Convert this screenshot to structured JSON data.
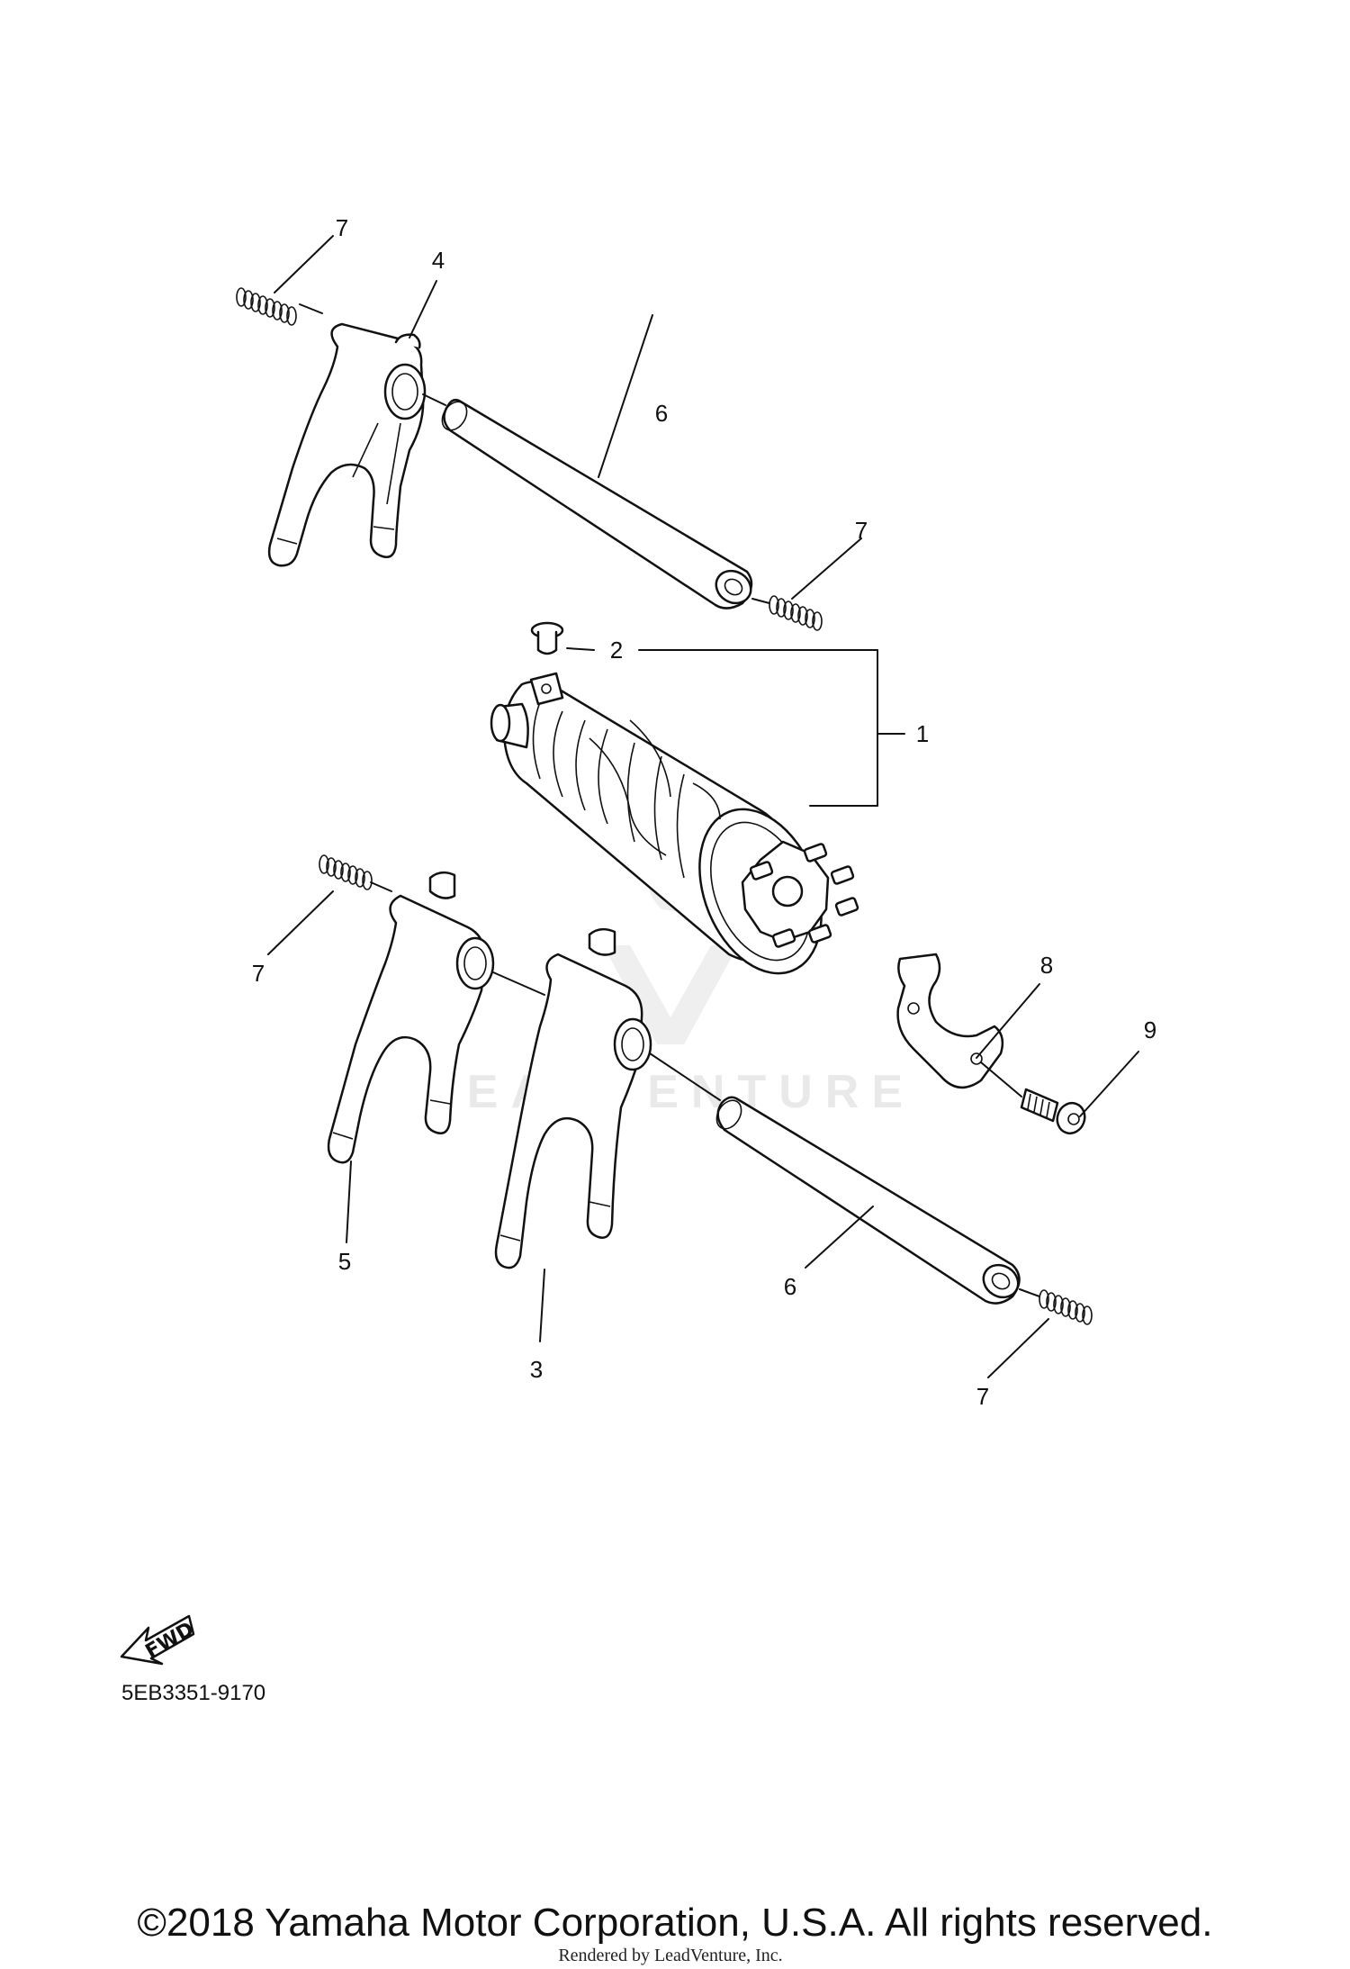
{
  "diagram": {
    "callouts": [
      {
        "id": "c7a",
        "label": "7"
      },
      {
        "id": "c4",
        "label": "4"
      },
      {
        "id": "c6a",
        "label": "6"
      },
      {
        "id": "c7b",
        "label": "7"
      },
      {
        "id": "c2",
        "label": "2"
      },
      {
        "id": "c1",
        "label": "1"
      },
      {
        "id": "c7c",
        "label": "7"
      },
      {
        "id": "c8",
        "label": "8"
      },
      {
        "id": "c9",
        "label": "9"
      },
      {
        "id": "c5",
        "label": "5"
      },
      {
        "id": "c6b",
        "label": "6"
      },
      {
        "id": "c3",
        "label": "3"
      },
      {
        "id": "c7d",
        "label": "7"
      }
    ],
    "fwd_label": "FWD",
    "diagram_code": "5EB3351-9170",
    "watermark_text": "LEADVENTURE"
  },
  "footer": {
    "copyright": "©2018 Yamaha Motor Corporation, U.S.A. All rights reserved.",
    "rendered_by": "Rendered by LeadVenture, Inc."
  },
  "colors": {
    "ink": "#111111",
    "watermark": "#d8d8d8",
    "background": "#ffffff"
  }
}
